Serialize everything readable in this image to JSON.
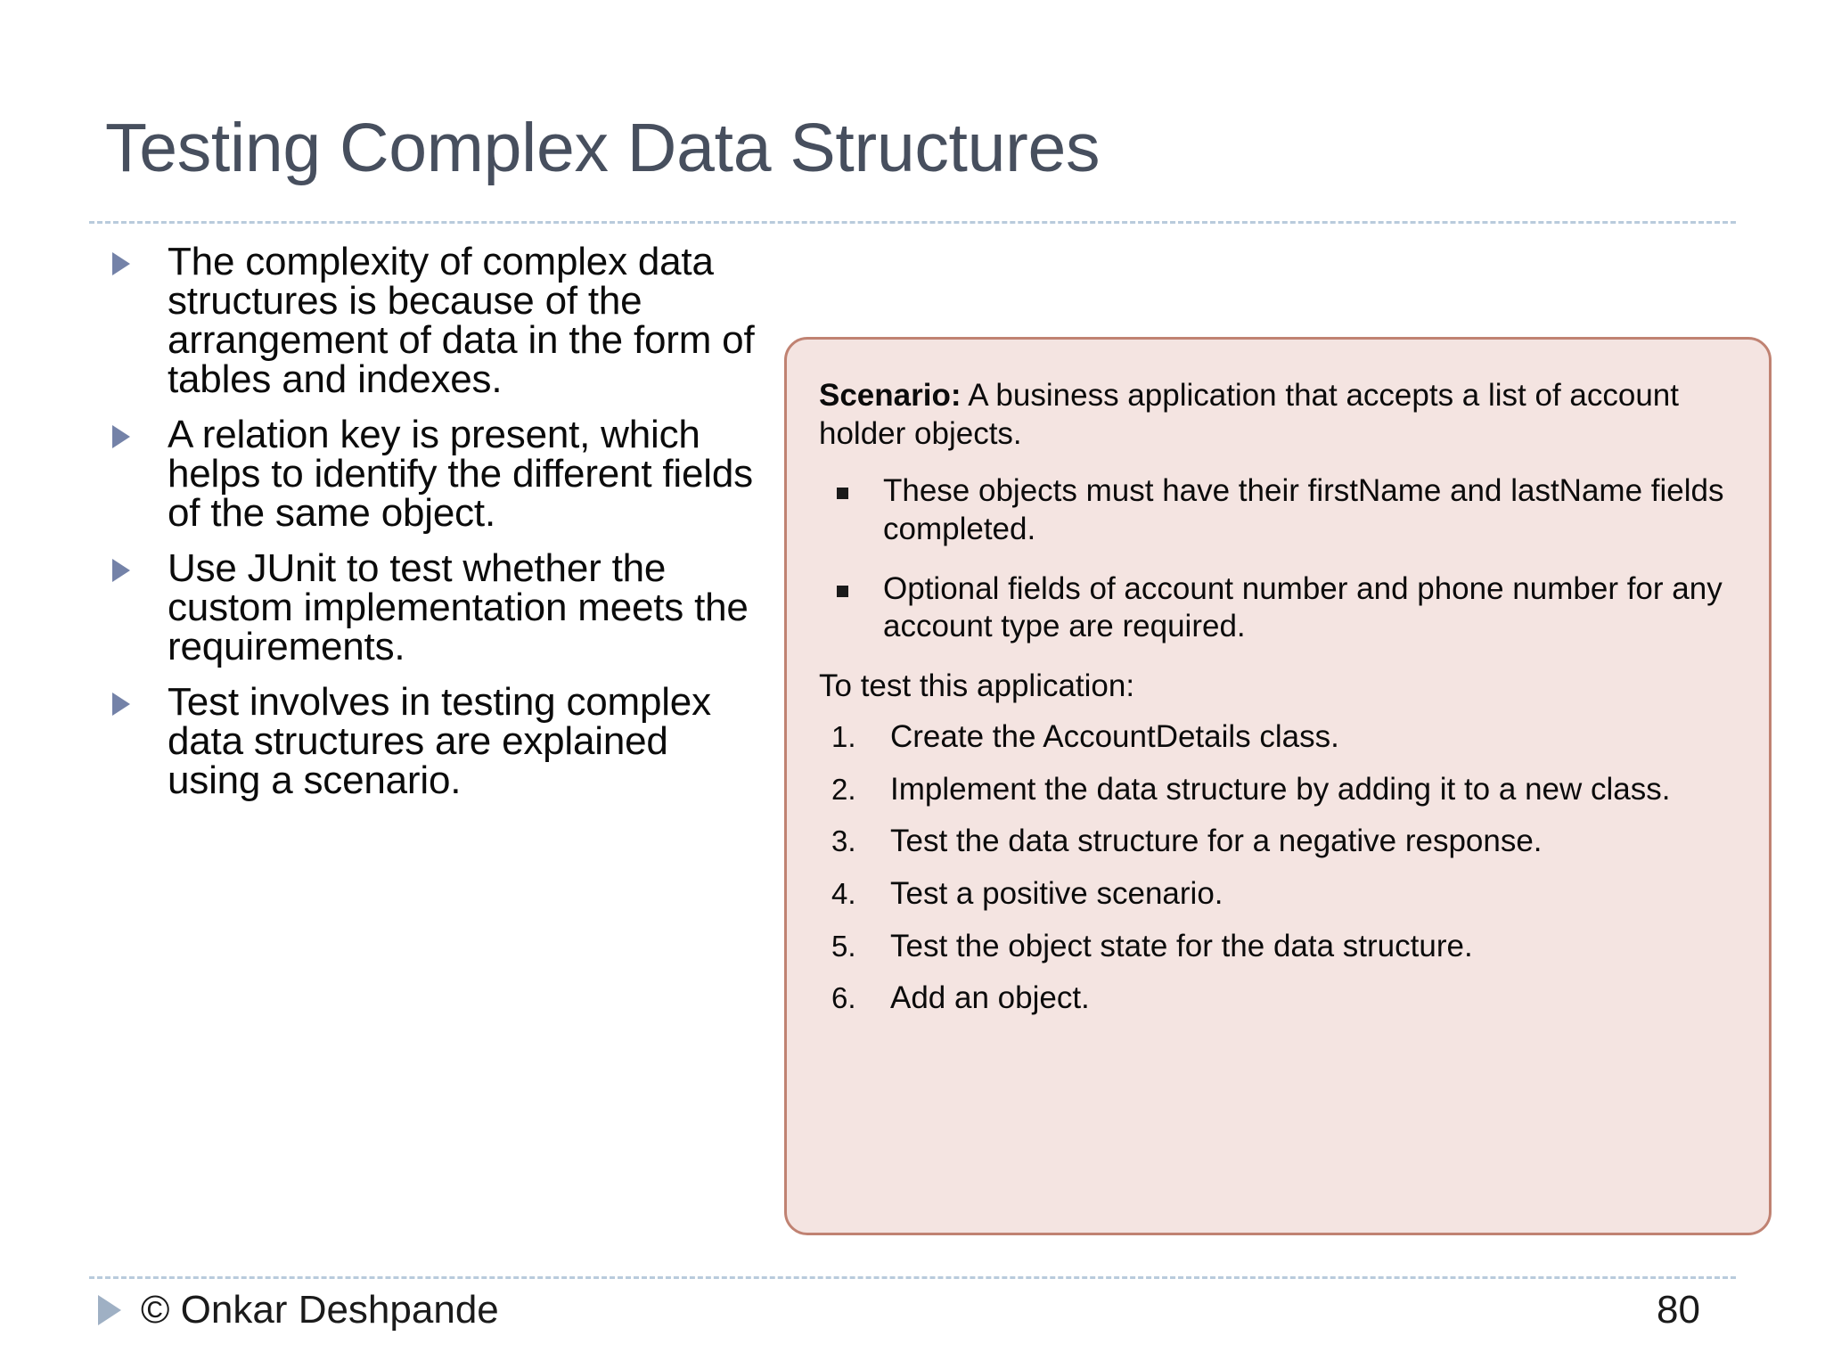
{
  "slide": {
    "title": "Testing Complex Data Structures"
  },
  "left_bullets": [
    {
      "text": "The complexity of complex data structures is because of the arrangement of data in the form of tables and indexes."
    },
    {
      "text": "A relation key is present, which helps to identify the different fields of the same object."
    },
    {
      "text": "Use JUnit to test whether the custom implementation meets the requirements."
    },
    {
      "text": "Test involves in testing complex data structures are explained using a scenario."
    }
  ],
  "panel": {
    "lead_label": "Scenario:",
    "lead_text": " A business application that accepts a list of account holder objects.",
    "square_items": [
      {
        "text": "These objects must have their firstName and lastName fields completed."
      },
      {
        "text": "Optional fields of account number and phone number for any account type are required."
      }
    ],
    "sub_heading": "To test this application:",
    "numbered_items": [
      {
        "num": "1.",
        "text": "Create the AccountDetails class."
      },
      {
        "num": "2.",
        "text": "Implement the data structure by adding it to a new class."
      },
      {
        "num": "3.",
        "text": "Test the data structure for a negative response."
      },
      {
        "num": "4.",
        "text": "Test a positive scenario."
      },
      {
        "num": "5.",
        "text": "Test the object state for the data structure."
      },
      {
        "num": "6.",
        "text": "Add an object."
      }
    ],
    "background_color": "#f4e4e1",
    "border_color": "#c08272"
  },
  "footer": {
    "copyright": "© Onkar Deshpande",
    "page_number": "80"
  },
  "theme": {
    "title_color": "#474f5e",
    "bullet_marker_color": "#7482a8",
    "rule_color": "#b9cbdc"
  }
}
